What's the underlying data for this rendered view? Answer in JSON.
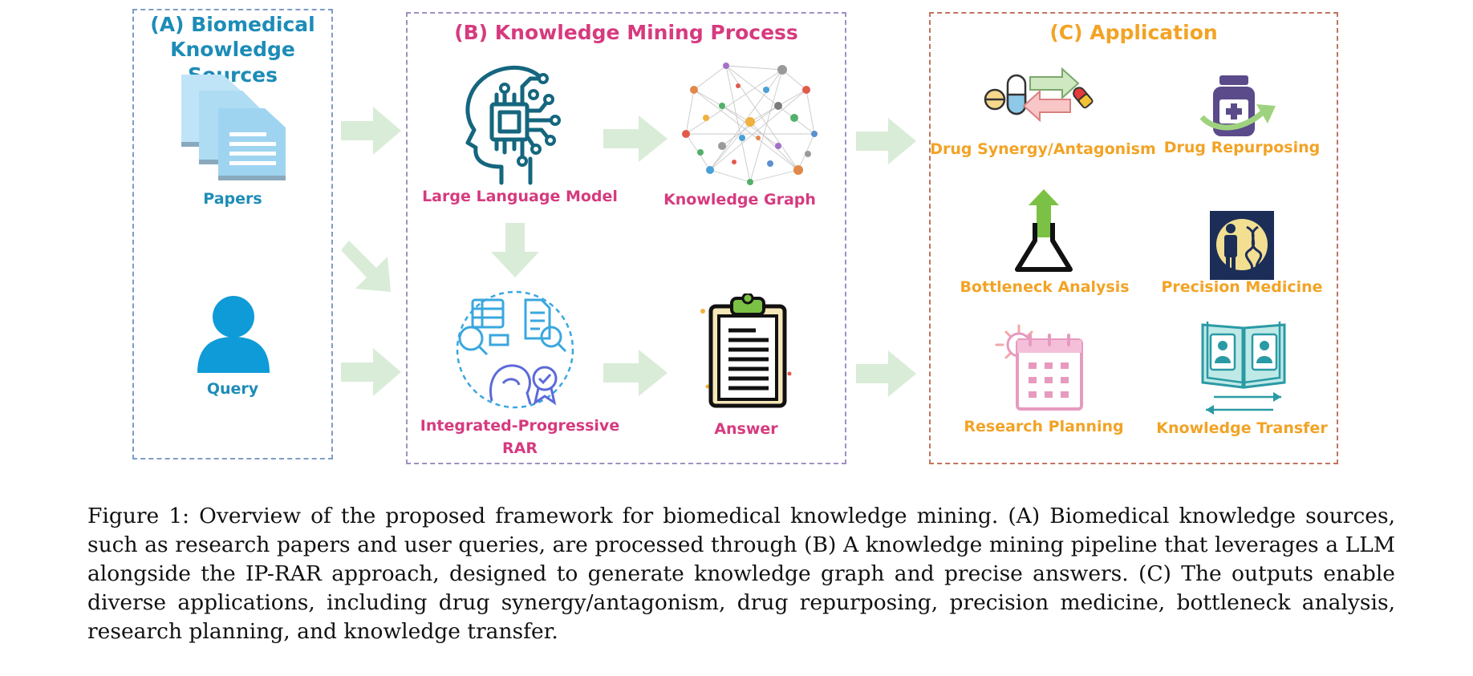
{
  "panels": {
    "a": {
      "title": "(A) Biomedical Knowledge Sources",
      "items": {
        "papers": "Papers",
        "query": "Query"
      }
    },
    "b": {
      "title": "(B) Knowledge Mining Process",
      "items": {
        "llm": "Large Language Model",
        "kg": "Knowledge Graph",
        "rar": "Integrated-Progressive RAR",
        "answer": "Answer"
      }
    },
    "c": {
      "title": "(C) Application",
      "items": {
        "synergy": "Drug Synergy/Antagonism",
        "repurposing": "Drug Repurposing",
        "bottleneck": "Bottleneck Analysis",
        "precision": "Precision Medicine",
        "planning": "Research Planning",
        "transfer": "Knowledge Transfer"
      }
    }
  },
  "caption": "Figure 1:  Overview of the proposed framework for biomedical knowledge mining. (A) Biomedical knowledge sources, such as research papers and user queries, are processed through (B) A knowledge mining pipeline that leverages a LLM alongside the IP-RAR approach, designed to generate knowledge graph and precise answers. (C) The outputs enable diverse applications, including drug synergy/antagonism, drug repurposing, precision medicine, bottleneck analysis, research planning, and knowledge transfer.",
  "colors": {
    "panel_a": "#1d8cb7",
    "panel_b": "#d63a7f",
    "panel_c": "#f2a325",
    "arrow": "#d9ecd7"
  }
}
